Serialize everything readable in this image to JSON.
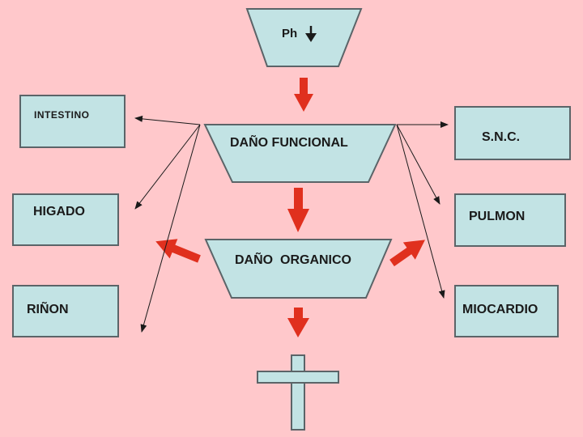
{
  "colors": {
    "background": "#ffc8cb",
    "shape_fill": "#c2e3e4",
    "shape_border": "#5b6468",
    "red_arrow": "#e0301e",
    "thin_arrow": "#1a1a1a"
  },
  "stages": {
    "ph": "Ph",
    "ph_arrow_icon": "down-arrow-icon",
    "dano_funcional": "DAÑO FUNCIONAL",
    "dano_organico": "DAÑO  ORGANICO"
  },
  "organs": {
    "intestino": "INTESTINO",
    "higado": "HIGADO",
    "rinon": "RIÑON",
    "snc": "S.N.C.",
    "pulmon": "PULMON",
    "miocardio": "MIOCARDIO"
  },
  "outcome_icon": "cross-icon"
}
